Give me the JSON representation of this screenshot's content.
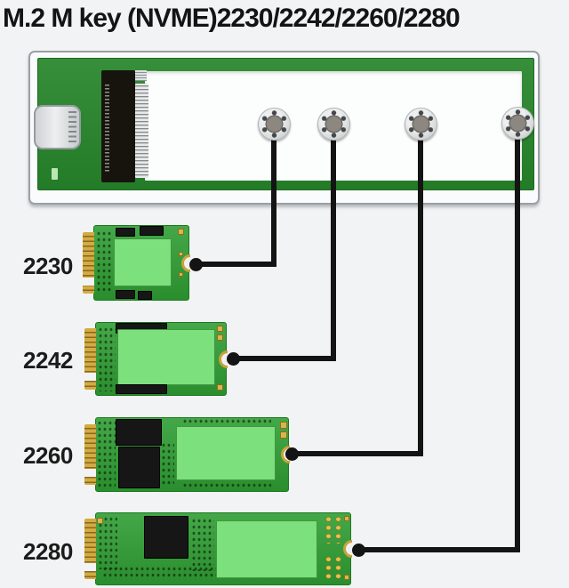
{
  "title": "M.2 M key (NVME)2230/2242/2260/2280",
  "enclosure": {
    "description": "green M.2 NVMe adapter PCB in silver case with USB-C port, M.2 slot and 4 screw standoffs"
  },
  "ssds": [
    {
      "label": "2230"
    },
    {
      "label": "2242"
    },
    {
      "label": "2260"
    },
    {
      "label": "2280"
    }
  ],
  "colors": {
    "background": "#f2f3f4",
    "title_text": "#141414",
    "enclosure_pcb_green": "#27862b",
    "ssd_pcb_green": "#2f9e33",
    "chip_green": "#7ce07c",
    "gold": "#c9a23b",
    "wire": "#141414",
    "case_silver": "#fafbfc"
  }
}
